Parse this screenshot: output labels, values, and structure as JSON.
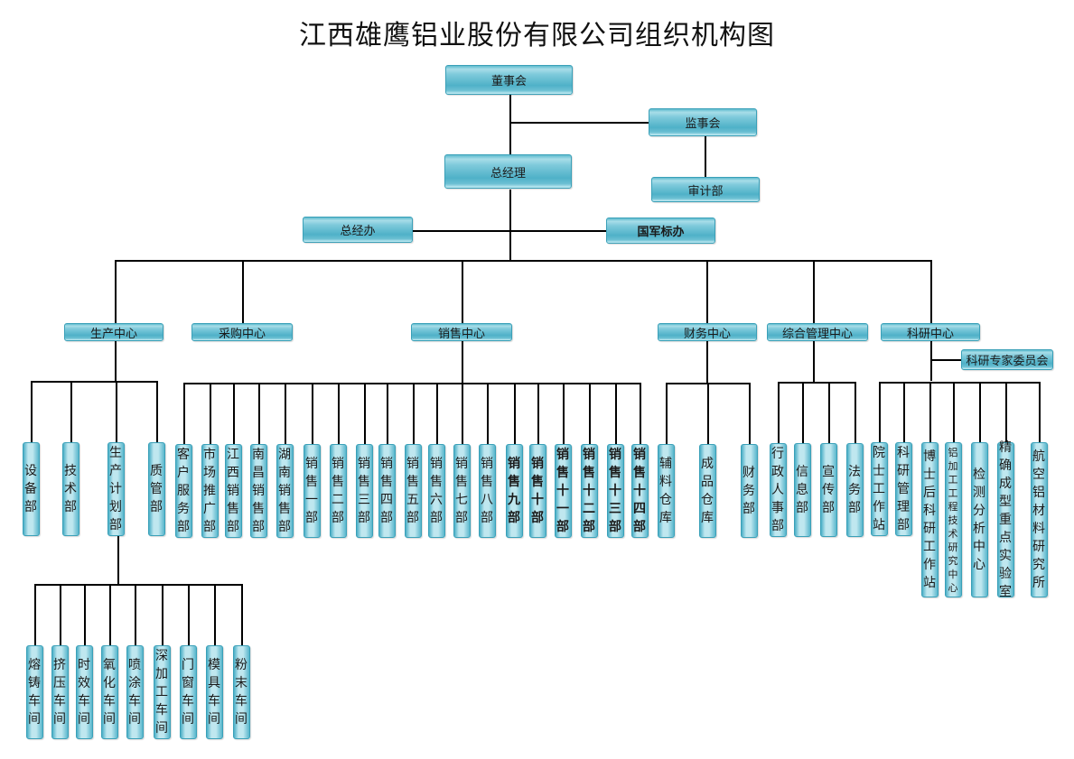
{
  "title": "江西雄鹰铝业股份有限公司组织机构图",
  "colors": {
    "box_fill": "#4fb1c8",
    "box_highlight": "#c8eef5",
    "line": "#000000"
  },
  "top": {
    "board": "董事会",
    "supervisory": "监事会",
    "audit": "审计部",
    "gm": "总经理",
    "gm_office": "总经办",
    "military_office": "国军标办"
  },
  "centers": {
    "production": "生产中心",
    "purchasing": "采购中心",
    "sales": "销售中心",
    "finance": "财务中心",
    "admin": "综合管理中心",
    "research": "科研中心",
    "research_committee": "科研专家委员会"
  },
  "production_depts": [
    "设备部",
    "技术部",
    "生产计划部",
    "质管部"
  ],
  "workshops": [
    "熔铸车间",
    "挤压车间",
    "时效车间",
    "氧化车间",
    "喷涂车间",
    "深加工车间",
    "门窗车间",
    "模具车间",
    "粉末车间"
  ],
  "sales_depts": [
    "客户服务部",
    "市场推广部",
    "江西销售部",
    "南昌销售部",
    "湖南销售部",
    "销售一部",
    "销售二部",
    "销售三部",
    "销售四部",
    "销售五部",
    "销售六部",
    "销售七部",
    "销售八部",
    "销售九部",
    "销售十部",
    "销售十一部",
    "销售十二部",
    "销售十三部",
    "销售十四部"
  ],
  "finance_depts": [
    "辅料仓库",
    "成品仓库",
    "财务部"
  ],
  "admin_depts": [
    "行政人事部",
    "信息部",
    "宣传部",
    "法务部"
  ],
  "research_depts": [
    "院士工作站",
    "科研管理部",
    "博士后科研工作站",
    "铝加工工程技术研究中心",
    "检测分析中心",
    "精确成型重点实验室",
    "航空铝材料研究所"
  ]
}
